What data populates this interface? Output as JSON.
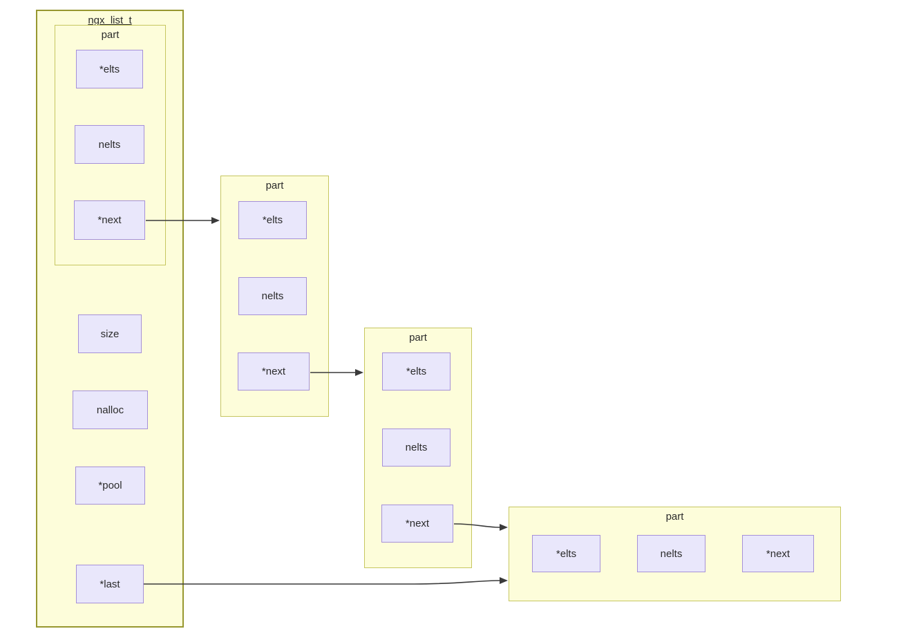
{
  "diagram": {
    "list": {
      "title": "ngx_list_t",
      "fields": {
        "size": "size",
        "nalloc": "nalloc",
        "pool": "*pool",
        "last": "*last"
      }
    },
    "part1": {
      "title": "part",
      "fields": {
        "elts": "*elts",
        "nelts": "nelts",
        "next": "*next"
      }
    },
    "part2": {
      "title": "part",
      "fields": {
        "elts": "*elts",
        "nelts": "nelts",
        "next": "*next"
      }
    },
    "part3": {
      "title": "part",
      "fields": {
        "elts": "*elts",
        "nelts": "nelts",
        "next": "*next"
      }
    },
    "part4": {
      "title": "part",
      "fields": {
        "elts": "*elts",
        "nelts": "nelts",
        "next": "*next"
      }
    }
  },
  "colors": {
    "canvas_bg": "#ffffff",
    "container_fill": "#fdfdda",
    "container_border": "#97972f",
    "part_border": "#c6c65f",
    "field_fill": "#e9e7fb",
    "field_border": "#a590d8",
    "arrow": "#3a3a3a",
    "text": "#2b2b2b"
  }
}
